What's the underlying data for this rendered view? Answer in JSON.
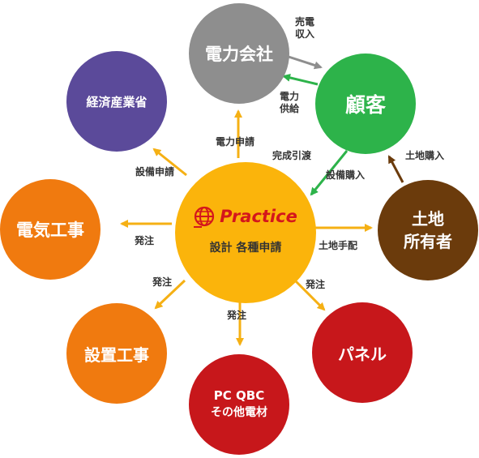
{
  "nodes": {
    "center": {
      "sub": "設計 各種申請",
      "logo_text": "Practice"
    },
    "power_company": {
      "label": "電力会社",
      "color": "#8e8e8e"
    },
    "customer": {
      "label": "顧客",
      "color": "#2db34a"
    },
    "meti": {
      "label": "経済産業省",
      "color": "#5b4a9a"
    },
    "landowner": {
      "line1": "土地",
      "line2": "所有者",
      "color": "#6b3b0c"
    },
    "electric_work": {
      "label": "電気工事",
      "color": "#f07a0f"
    },
    "panel": {
      "label": "パネル",
      "color": "#c7171b"
    },
    "installation": {
      "label": "設置工事",
      "color": "#f07a0f"
    },
    "pc_qbc": {
      "line1": "PC QBC",
      "line2": "その他電材",
      "color": "#c7171b"
    }
  },
  "labels": {
    "sell_power_1": "売電",
    "sell_power_2": "収入",
    "supply_1": "電力",
    "supply_2": "供給",
    "power_application": "電力申請",
    "equipment_application": "設備申請",
    "completion_handover": "完成引渡",
    "equipment_purchase": "設備購入",
    "land_purchase": "土地購入",
    "land_arrangement": "土地手配",
    "order_left": "発注",
    "order_lower_left": "発注",
    "order_bottom": "発注",
    "order_lower_right": "発注"
  },
  "colors": {
    "center": "#fbb40b",
    "arrow_orange": "#f5b014",
    "arrow_gray": "#8e8e8e",
    "arrow_green": "#2db34a",
    "arrow_brown": "#6b3b0c",
    "logo_red": "#d4161c"
  }
}
